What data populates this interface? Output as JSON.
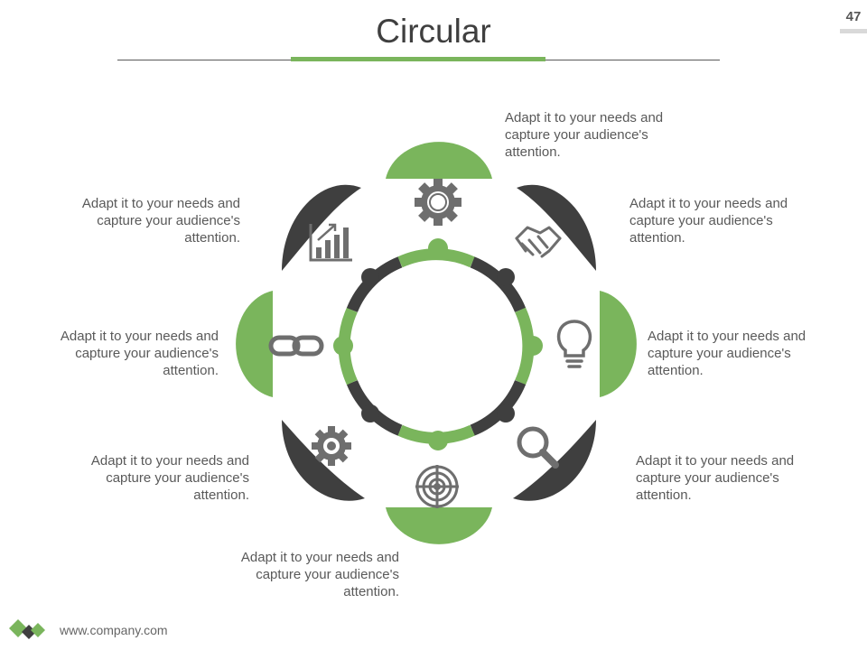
{
  "slide": {
    "title": "Circular",
    "page_number": "47",
    "footer_url": "www.company.com"
  },
  "colors": {
    "green": "#7ab55c",
    "dark": "#3f3f3f",
    "icon": "#6e6e6e",
    "text": "#595959"
  },
  "segments": [
    {
      "id": "top",
      "icon": "gear-icon",
      "color": "green",
      "caption": "Adapt it to your needs and capture your audience's attention."
    },
    {
      "id": "upper-right",
      "icon": "handshake-icon",
      "color": "dark",
      "caption": "Adapt it to your needs and capture your audience's attention."
    },
    {
      "id": "right",
      "icon": "lightbulb-icon",
      "color": "green",
      "caption": "Adapt it to your needs and capture your audience's attention."
    },
    {
      "id": "lower-right",
      "icon": "magnifier-icon",
      "color": "dark",
      "caption": "Adapt it to your needs and capture your audience's attention."
    },
    {
      "id": "bottom",
      "icon": "target-icon",
      "color": "green",
      "caption": "Adapt it to your needs and capture your audience's attention."
    },
    {
      "id": "lower-left",
      "icon": "settings-cog-icon",
      "color": "dark",
      "caption": "Adapt it to your needs and capture your audience's attention."
    },
    {
      "id": "left",
      "icon": "chain-link-icon",
      "color": "green",
      "caption": "Adapt it to your needs and capture your audience's attention."
    },
    {
      "id": "upper-left",
      "icon": "bar-chart-growth-icon",
      "color": "dark",
      "caption": "Adapt it to your needs and capture your audience's attention."
    }
  ]
}
